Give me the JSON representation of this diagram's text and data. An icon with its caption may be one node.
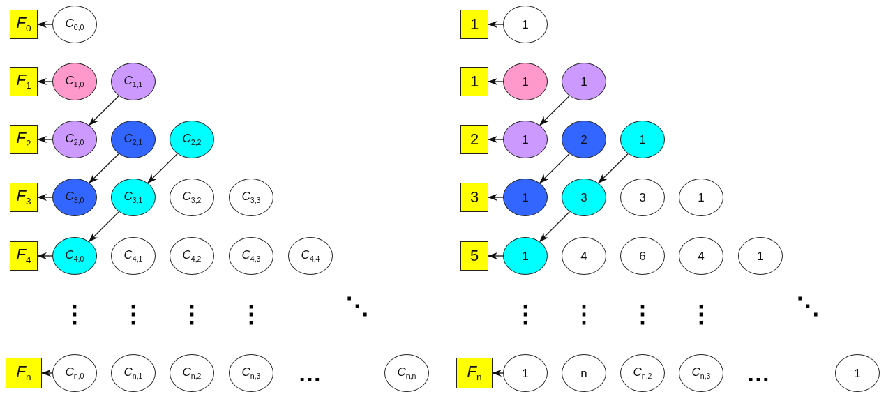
{
  "diagram": {
    "nodes": [
      {
        "text": [
          "*F*$_{0}$"
        ]
      },
      {
        "text": [
          "*C*$_{0,0}$"
        ]
      },
      {
        "text": [
          "*F*$_{1}$"
        ]
      },
      {
        "text": [
          "*C*$_{1,0}$"
        ]
      },
      {
        "text": [
          "*C*$_{1,1}$"
        ]
      },
      {
        "text": [
          "*F*$_{2}$"
        ]
      },
      {
        "text": [
          "*C*$_{2,0}$"
        ]
      },
      {
        "text": [
          "*C*$_{2,1}$"
        ]
      },
      {
        "text": [
          "*C*$_{2,2}$"
        ]
      },
      {
        "text": [
          "*F*$_{3}$"
        ]
      },
      {
        "text": [
          "*C*$_{3,0}$"
        ]
      },
      {
        "text": [
          "*C*$_{3,1}$"
        ]
      },
      {
        "text": [
          "*C*$_{3,2}$"
        ]
      },
      {
        "text": [
          "*C*$_{3,3}$"
        ]
      },
      {
        "text": [
          "*F*$_{4}$"
        ]
      },
      {
        "text": [
          "*C*$_{4,0}$"
        ]
      },
      {
        "text": [
          "*C*$_{4,1}$"
        ]
      },
      {
        "text": [
          "*C*$_{4,2}$"
        ]
      },
      {
        "text": [
          "*C*$_{4,3}$"
        ]
      },
      {
        "text": [
          "*C*$_{4,4}$"
        ]
      },
      {
        "text": [
          "*F*$_{n}$"
        ]
      },
      {
        "text": [
          "*C*$_{n,0}$"
        ]
      },
      {
        "text": [
          "*C*$_{n,1}$"
        ]
      },
      {
        "text": [
          "*C*$_{n,2}$"
        ]
      },
      {
        "text": [
          "*C*$_{n,3}$"
        ]
      },
      {
        "text": [
          "*C*$_{n,n}$"
        ]
      },
      {
        "text": [
          "1"
        ]
      },
      {
        "text": [
          "1"
        ]
      },
      {
        "text": [
          "1"
        ]
      },
      {
        "text": [
          "1"
        ]
      },
      {
        "text": [
          "1"
        ]
      },
      {
        "text": [
          "2"
        ]
      },
      {
        "text": [
          "1"
        ]
      },
      {
        "text": [
          "2"
        ]
      },
      {
        "text": [
          "1"
        ]
      },
      {
        "text": [
          "3"
        ]
      },
      {
        "text": [
          "1"
        ]
      },
      {
        "text": [
          "3"
        ]
      },
      {
        "text": [
          "3"
        ]
      },
      {
        "text": [
          "1"
        ]
      },
      {
        "text": [
          "5"
        ]
      },
      {
        "text": [
          "1"
        ]
      },
      {
        "text": [
          "4"
        ]
      },
      {
        "text": [
          "6"
        ]
      },
      {
        "text": [
          "4"
        ]
      },
      {
        "text": [
          "1"
        ]
      },
      {
        "text": [
          "*F*$_{n}$"
        ]
      },
      {
        "text": [
          "1"
        ]
      },
      {
        "text": [
          "n"
        ]
      },
      {
        "text": [
          "*C*$_{n,2}$"
        ]
      },
      {
        "text": [
          "*C*$_{n,3}$"
        ]
      },
      {
        "text": [
          "1"
        ]
      }
    ],
    "edges": [
      {
        "from": 1,
        "to": 0,
        "arrow": "to"
      },
      {
        "from": 3,
        "to": 2,
        "arrow": "to"
      },
      {
        "from": 4,
        "to": 6,
        "arrow": "to"
      },
      {
        "from": 6,
        "to": 5,
        "arrow": "to"
      },
      {
        "from": 7,
        "to": 10,
        "arrow": "to"
      },
      {
        "from": 8,
        "to": 11,
        "arrow": "to"
      },
      {
        "from": 10,
        "to": 9,
        "arrow": "to"
      },
      {
        "from": 11,
        "to": 15,
        "arrow": "to"
      },
      {
        "from": 15,
        "to": 14,
        "arrow": "to"
      },
      {
        "from": 21,
        "to": 20,
        "arrow": "to"
      },
      {
        "from": 27,
        "to": 26,
        "arrow": "to"
      },
      {
        "from": 29,
        "to": 28,
        "arrow": "to"
      },
      {
        "from": 30,
        "to": 32,
        "arrow": "to"
      },
      {
        "from": 32,
        "to": 31,
        "arrow": "to"
      },
      {
        "from": 33,
        "to": 36,
        "arrow": "to"
      },
      {
        "from": 34,
        "to": 37,
        "arrow": "to"
      },
      {
        "from": 36,
        "to": 35,
        "arrow": "to"
      },
      {
        "from": 37,
        "to": 41,
        "arrow": "to"
      },
      {
        "from": 41,
        "to": 40,
        "arrow": "to"
      },
      {
        "from": 47,
        "to": 46,
        "arrow": "to"
      }
    ],
    "labels": [
      "⋮",
      "⋮",
      "⋮",
      "⋮",
      "⋱",
      "⋮",
      "⋮",
      "⋮",
      "⋮",
      "⋱",
      "…",
      "…"
    ]
  }
}
